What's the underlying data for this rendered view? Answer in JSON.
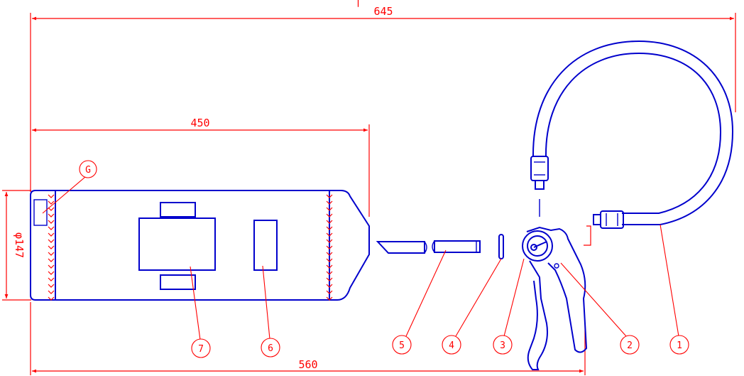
{
  "colors": {
    "dimension": "#ff0000",
    "part_outline": "#0000cc",
    "background": "#ffffff"
  },
  "dimensions": {
    "overall_length": "645",
    "cylinder_length": "450",
    "bottom_length": "560",
    "diameter": "φ147"
  },
  "balloons": {
    "b1": "1",
    "b2": "2",
    "b3": "3",
    "b4": "4",
    "b5": "5",
    "b6": "6",
    "b7": "7",
    "bG": "G"
  }
}
